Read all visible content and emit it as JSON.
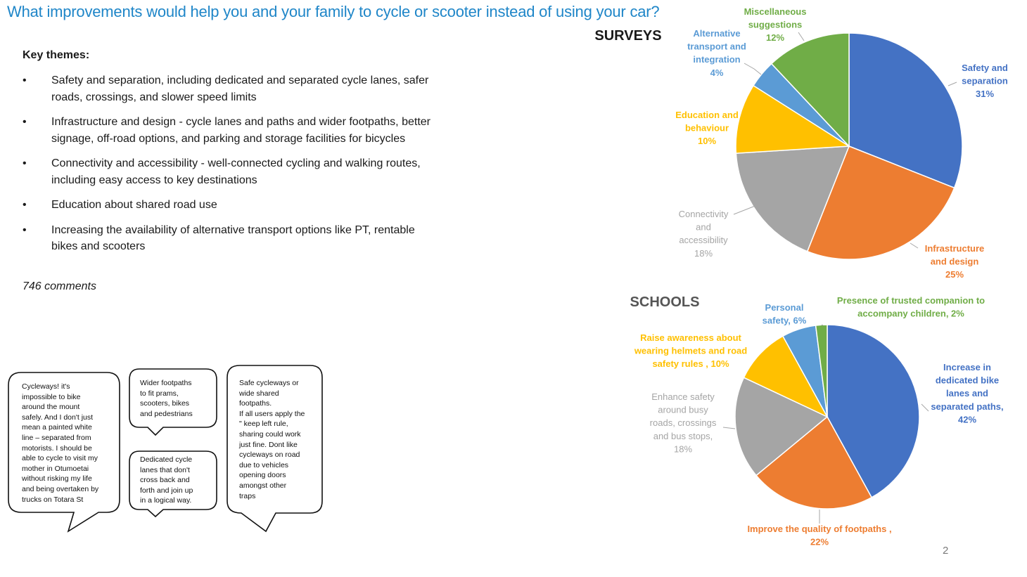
{
  "title": "What improvements would help you and your family to cycle or scooter instead of using your car?",
  "key_themes_heading": "Key themes:",
  "themes": [
    "Safety and separation, including dedicated and separated cycle lanes, safer roads, crossings, and slower speed limits",
    "Infrastructure and design - cycle lanes and paths and wider footpaths, better signage, off-road options, and parking and storage facilities for bicycles",
    "Connectivity and accessibility - well-connected cycling and walking routes, including easy access to key destinations",
    "Education about shared road use",
    "Increasing the availability of alternative transport options like PT, rentable bikes and scooters"
  ],
  "comment_count": "746 comments",
  "bullet_glyph": "•",
  "quotes": [
    "Cycleways! it's\nimpossible to bike\naround the mount\nsafely. And I don't just\nmean a painted white\nline – separated from\nmotorists. I should be\nable to cycle to visit my\nmother in Otumoetai\nwithout risking my life\nand being overtaken by\ntrucks on Totara St",
    "Wider footpaths\nto fit prams,\nscooters, bikes\nand pedestrians",
    "Dedicated cycle\nlanes that don't\ncross back and\nforth and join up\nin a logical way.",
    "Safe cycleways or\nwide shared\nfootpaths.\nIf all users apply the\n\" keep left rule,\nsharing could work\njust fine.  Dont like\ncycleways on road\ndue to vehicles\nopening doors\namongst other\ntraps"
  ],
  "page_number": "2",
  "chart_data": [
    {
      "type": "pie",
      "title": "SURVEYS",
      "slices": [
        {
          "label": "Safety and separation",
          "value": 31,
          "color": "#4472c4",
          "label_lines": [
            "Safety and",
            "separation",
            "31%"
          ]
        },
        {
          "label": "Infrastructure and design",
          "value": 25,
          "color": "#ed7d31",
          "label_lines": [
            "Infrastructure",
            "and design",
            "25%"
          ]
        },
        {
          "label": "Connectivity and accessibility",
          "value": 18,
          "color": "#a5a5a5",
          "label_lines": [
            "Connectivity",
            "and",
            "accessibility",
            "18%"
          ]
        },
        {
          "label": "Education and behaviour",
          "value": 10,
          "color": "#ffc000",
          "label_lines": [
            "Education and",
            "behaviour",
            "10%"
          ]
        },
        {
          "label": "Alternative transport and integration",
          "value": 4,
          "color": "#5b9bd5",
          "label_lines": [
            "Alternative",
            "transport and",
            "integration",
            "4%"
          ]
        },
        {
          "label": "Miscellaneous suggestions",
          "value": 12,
          "color": "#70ad47",
          "label_lines": [
            "Miscellaneous",
            "suggestions",
            "12%"
          ]
        }
      ]
    },
    {
      "type": "pie",
      "title": "SCHOOLS",
      "slices": [
        {
          "label": "Increase in dedicated bike lanes and separated paths",
          "value": 42,
          "color": "#4472c4",
          "label_lines": [
            "Increase in",
            "dedicated bike",
            "lanes and",
            "separated paths,",
            "42%"
          ]
        },
        {
          "label": "Improve the quality of footpaths",
          "value": 22,
          "color": "#ed7d31",
          "label_lines": [
            "Improve the quality of footpaths ,",
            "22%"
          ]
        },
        {
          "label": "Enhance safety around busy roads, crossings and bus stops",
          "value": 18,
          "color": "#a5a5a5",
          "label_lines": [
            "Enhance safety",
            "around busy",
            "roads, crossings",
            "and bus stops,",
            "18%"
          ]
        },
        {
          "label": "Raise awareness about wearing helmets and road safety rules",
          "value": 10,
          "color": "#ffc000",
          "label_lines": [
            "Raise awareness about",
            "wearing helmets and road",
            "safety rules , 10%"
          ]
        },
        {
          "label": "Personal safety",
          "value": 6,
          "color": "#5b9bd5",
          "label_lines": [
            "Personal",
            "safety, 6%"
          ]
        },
        {
          "label": "Presence of trusted companion to accompany children",
          "value": 2,
          "color": "#70ad47",
          "label_lines": [
            "Presence of trusted companion to",
            "accompany children, 2%"
          ]
        }
      ]
    }
  ]
}
